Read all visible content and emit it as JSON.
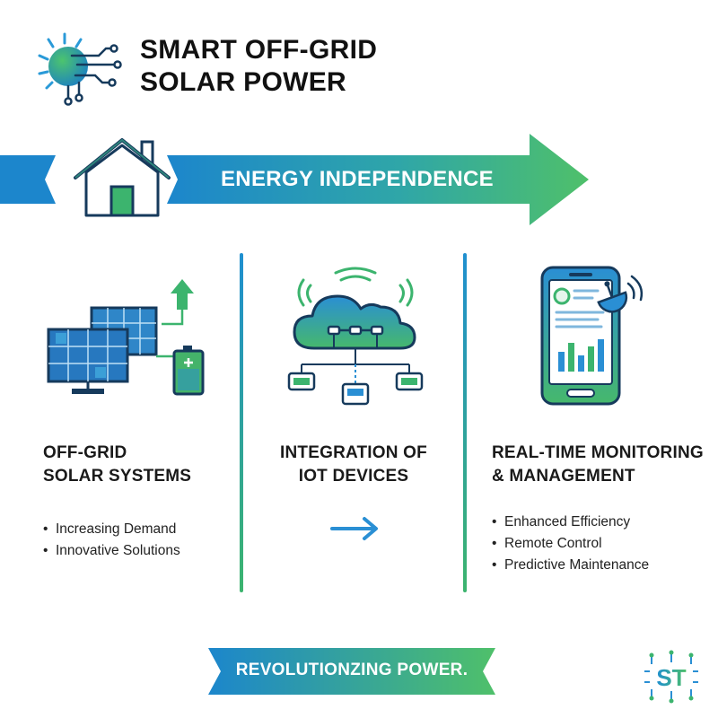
{
  "header": {
    "title_line1": "SMART OFF-GRID",
    "title_line2": "SOLAR POWER",
    "logo_icon": "solar-circuit-icon"
  },
  "banner": {
    "label": "ENERGY INDEPENDENCE",
    "icon": "house-icon"
  },
  "columns": [
    {
      "title_line1": "OFF-GRID",
      "title_line2": "SOLAR SYSTEMS",
      "icon": "solar-panel-battery-icon",
      "bullets": [
        "Increasing Demand",
        "Innovative Solutions"
      ]
    },
    {
      "title_line1": "INTEGRATION OF",
      "title_line2": "IOT DEVICES",
      "icon": "iot-cloud-icon",
      "bullets": []
    },
    {
      "title_line1": "REAL-TIME MONITORING",
      "title_line2": "& MANAGEMENT",
      "icon": "smartphone-dashboard-icon",
      "bullets": [
        "Enhanced Efficiency",
        "Remote Control",
        "Predictive Maintenance"
      ]
    }
  ],
  "footer": {
    "label": "REVOLUTIONZING POWER.",
    "badge": "ST"
  },
  "colors": {
    "blue": "#1f8fd0",
    "green": "#3cb46e",
    "dark_navy": "#163a5c"
  }
}
